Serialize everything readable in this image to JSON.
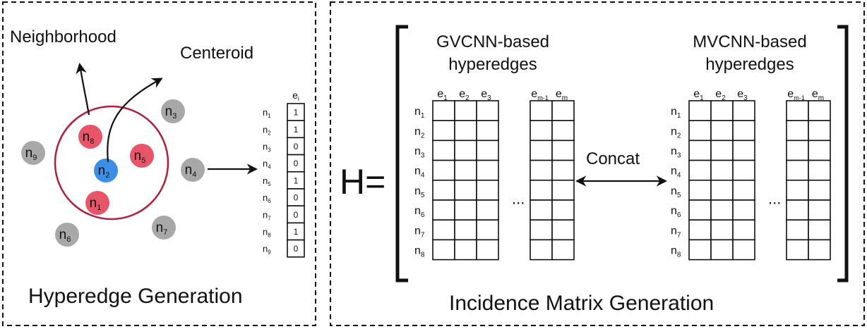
{
  "left_panel": {
    "title": "Hyperedge Generation",
    "neighborhood_label": "Neighborhood",
    "centroid_label": "Centeroid",
    "nodes": [
      {
        "base": "n",
        "sub": "8",
        "color": "#e85468"
      },
      {
        "base": "n",
        "sub": "5",
        "color": "#e85468"
      },
      {
        "base": "n",
        "sub": "2",
        "color": "#3d8fe6"
      },
      {
        "base": "n",
        "sub": "1",
        "color": "#e85468"
      },
      {
        "base": "n",
        "sub": "3",
        "color": "#a8a8a8"
      },
      {
        "base": "n",
        "sub": "9",
        "color": "#a8a8a8"
      },
      {
        "base": "n",
        "sub": "4",
        "color": "#a8a8a8"
      },
      {
        "base": "n",
        "sub": "6",
        "color": "#a8a8a8"
      },
      {
        "base": "n",
        "sub": "7",
        "color": "#a8a8a8"
      }
    ],
    "vector": {
      "header_base": "e",
      "header_sub": "i",
      "rows": [
        {
          "base": "n",
          "sub": "1",
          "value": "1"
        },
        {
          "base": "n",
          "sub": "2",
          "value": "1"
        },
        {
          "base": "n",
          "sub": "3",
          "value": "0"
        },
        {
          "base": "n",
          "sub": "4",
          "value": "0"
        },
        {
          "base": "n",
          "sub": "5",
          "value": "1"
        },
        {
          "base": "n",
          "sub": "6",
          "value": "0"
        },
        {
          "base": "n",
          "sub": "7",
          "value": "0"
        },
        {
          "base": "n",
          "sub": "8",
          "value": "1"
        },
        {
          "base": "n",
          "sub": "9",
          "value": "0"
        }
      ]
    },
    "circle_color": "#b01e3c"
  },
  "right_panel": {
    "title": "Incidence Matrix Generation",
    "h_label": "H=",
    "concat_label": "Concat",
    "ellipsis": "...",
    "blocks": [
      {
        "line1": "GVCNN-based",
        "line2": "hyperedges",
        "cols": [
          {
            "base": "e",
            "sub": "1"
          },
          {
            "base": "e",
            "sub": "2"
          },
          {
            "base": "e",
            "sub": "3"
          },
          {
            "base": "e",
            "sub": "m-1"
          },
          {
            "base": "e",
            "sub": "m"
          }
        ],
        "rows": [
          {
            "base": "n",
            "sub": "1"
          },
          {
            "base": "n",
            "sub": "2"
          },
          {
            "base": "n",
            "sub": "3"
          },
          {
            "base": "n",
            "sub": "4"
          },
          {
            "base": "n",
            "sub": "5"
          },
          {
            "base": "n",
            "sub": "6"
          },
          {
            "base": "n",
            "sub": "7"
          },
          {
            "base": "n",
            "sub": "8"
          }
        ]
      },
      {
        "line1": "MVCNN-based",
        "line2": "hyperedges",
        "cols": [
          {
            "base": "e",
            "sub": "1"
          },
          {
            "base": "e",
            "sub": "2"
          },
          {
            "base": "e",
            "sub": "3"
          },
          {
            "base": "e",
            "sub": "m-1"
          },
          {
            "base": "e",
            "sub": "m"
          }
        ],
        "rows": [
          {
            "base": "n",
            "sub": "1"
          },
          {
            "base": "n",
            "sub": "2"
          },
          {
            "base": "n",
            "sub": "3"
          },
          {
            "base": "n",
            "sub": "4"
          },
          {
            "base": "n",
            "sub": "5"
          },
          {
            "base": "n",
            "sub": "6"
          },
          {
            "base": "n",
            "sub": "7"
          },
          {
            "base": "n",
            "sub": "8"
          }
        ]
      }
    ]
  }
}
